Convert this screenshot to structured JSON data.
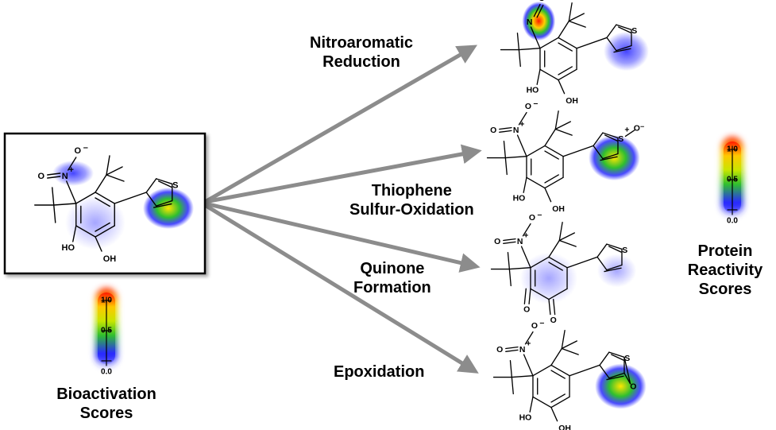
{
  "pathways": [
    {
      "label_lines": [
        "Nitroaromatic",
        "Reduction"
      ]
    },
    {
      "label_lines": [
        "Thiophene",
        "Sulfur-Oxidation"
      ]
    },
    {
      "label_lines": [
        "Quinone",
        "Formation"
      ]
    },
    {
      "label_lines": [
        "Epoxidation"
      ]
    }
  ],
  "bioactivation_scale": {
    "title_lines": [
      "Bioactivation",
      "Scores"
    ],
    "ticks": [
      "1.0",
      "0.5",
      "0.0"
    ]
  },
  "reactivity_scale": {
    "title_lines": [
      "Protein",
      "Reactivity",
      "Scores"
    ],
    "ticks": [
      "1.0",
      "0.5",
      "0.0"
    ]
  },
  "atom_labels": {
    "oh": "OH",
    "ho": "HO",
    "s": "S",
    "o": "O",
    "n": "N",
    "o_minus": "O⁻",
    "plus": "+",
    "minus": "–"
  },
  "colors": {
    "arrow": "#8c8c8c",
    "heat_high": "#ff1a00",
    "heat_mid": "#ffe600",
    "heat_low": "#2ab52a",
    "heat_base": "#2a2aff",
    "bond": "#000000"
  }
}
